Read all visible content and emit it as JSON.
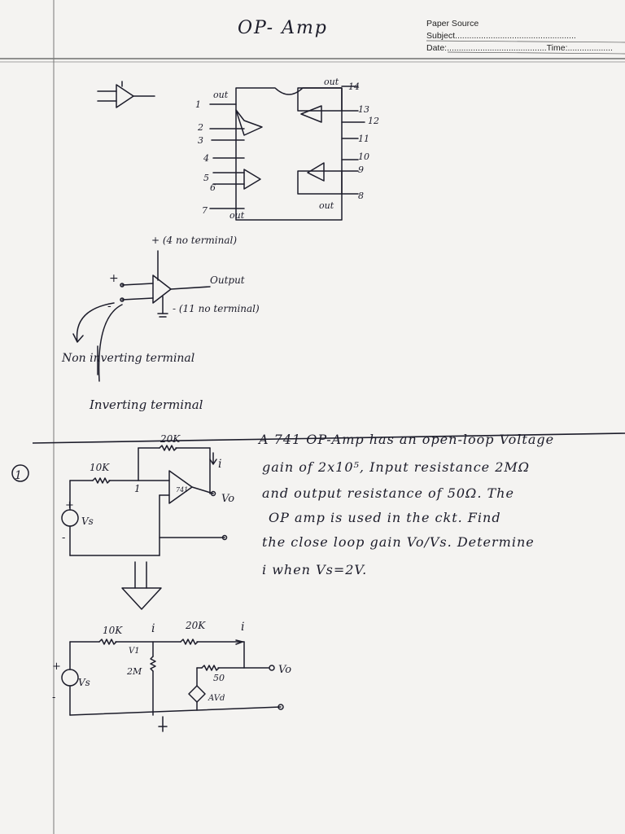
{
  "header": {
    "title": "OP- Amp",
    "paper_source": "Paper Source",
    "subject_label": "Subject",
    "subject_dots": "...................................................",
    "date_label": "Date:",
    "date_dots": "..........................................",
    "time_label": "Time:",
    "time_dots": "..................."
  },
  "ic_diagram": {
    "out_top_left": "out",
    "out_top_right": "out",
    "out_bottom_left": "out",
    "out_bottom_right": "out",
    "pins_left": [
      "1",
      "2",
      "3",
      "4",
      "5",
      "6",
      "7"
    ],
    "pins_right": [
      "14",
      "13",
      "12",
      "11",
      "10",
      "9",
      "8"
    ]
  },
  "opamp_symbol": {
    "plus_label": "+ (4 no terminal)",
    "minus_label": "- (11 no terminal)",
    "output_label": "Output",
    "noninverting_label": "Non inverting terminal",
    "inverting_label": "Inverting terminal",
    "plus_sign": "+",
    "minus_sign": "-"
  },
  "problem": {
    "number": "1",
    "text_lines": [
      "A 741 OP-Amp has an open-loop Voltage",
      "gain of 2x10⁵, Input resistance 2MΩ",
      "and output resistance of 50Ω. The",
      "OP amp is used in the ckt. Find",
      "the close loop gain Vo/Vs. Determine",
      "i when   Vs=2V."
    ]
  },
  "circuit1": {
    "r_feedback": "20K",
    "r_input": "10K",
    "node": "1",
    "current": "i",
    "chip": "741",
    "vs": "Vs",
    "vo": "Vo",
    "plus": "+",
    "minus": "-"
  },
  "circuit2": {
    "r_input": "10K",
    "r_feedback": "20K",
    "r_in": "2M",
    "r_out": "50",
    "v1": "V1",
    "current_left": "i",
    "current_right": "i",
    "dep_source": "AVd",
    "vs": "Vs",
    "vo": "Vo",
    "plus": "+",
    "minus": "-"
  }
}
